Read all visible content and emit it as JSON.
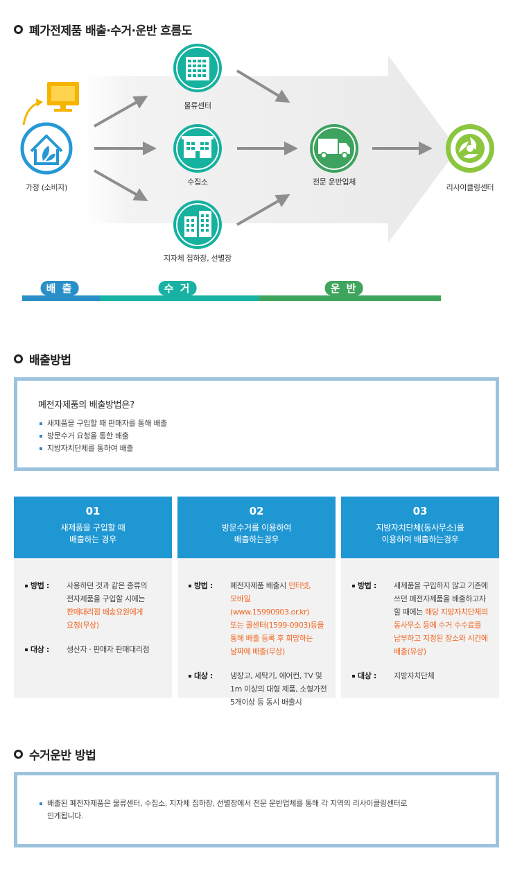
{
  "sections": {
    "flow_title": "폐가전제품 배출·수거·운반 흐름도",
    "method_title": "배출방법",
    "transport_title": "수거운반 방법"
  },
  "flow": {
    "nodes": {
      "home": "가정 (소비자)",
      "logistics": "물류센터",
      "collection": "수집소",
      "municipal": "지자체 집하장, 선별장",
      "transport": "전문 운반업체",
      "recycling": "리사이클링센터"
    },
    "phases": {
      "discharge": "배 출",
      "collect": "수 거",
      "carry": "운 반"
    },
    "colors": {
      "discharge": "#2a8fc9",
      "collect": "#18b2a4",
      "carry": "#3fa45c",
      "icon_blue": "#2598d5",
      "icon_teal": "#16b19f",
      "icon_green": "#3da35e",
      "icon_lime": "#8cc63f",
      "monitor": "#f5b400"
    },
    "icons": [
      "monitor-icon",
      "house-icon",
      "building-icon",
      "factory-icon",
      "office-icon",
      "truck-icon",
      "recycle-icon"
    ]
  },
  "method": {
    "question": "폐전자제품의 배출방법은?",
    "items": [
      "새제품을 구입할 때 판매자를 통해 배출",
      "방문수거 요청을 통한 배출",
      "지방자치단체를 통하여 배출"
    ]
  },
  "cards": [
    {
      "num": "01",
      "sub1": "새제품을 구입할 때",
      "sub2": "배출하는 경우",
      "method_label": "방법 :",
      "method_a": "사용하던 것과 같은 종류의",
      "method_b": "전자제품을 구입할 시에는",
      "method_hl1": "판매대리점 배송요원에게",
      "method_hl2": "요청(무상)",
      "target_label": "대상 :",
      "target": "생산자 · 판매자 판매대리점"
    },
    {
      "num": "02",
      "sub1": "방문수거를 이용하여",
      "sub2": "배출하는경우",
      "method_label": "방법 :",
      "method_a": "폐전자제품 배출시",
      "method_hl1": "인터넷,",
      "method_hl2": "모바일(www.15990903.or.kr)",
      "method_hl3": "또는 콜센터(1599-0903)등을",
      "method_hl4": "통해 배출 등록 후 희망하는",
      "method_hl5": "날짜에 배출(무상)",
      "target_label": "대상 :",
      "target1": "냉장고, 세탁기, 에어컨, TV 및",
      "target2": "1m 이상의 대형 제품, 소형가전",
      "target3": "5개이상 등 동시 배출시"
    },
    {
      "num": "03",
      "sub1": "지방자치단체(동사무소)를",
      "sub2": "이용하여 배출하는경우",
      "method_label": "방법 :",
      "method_a": "새제품을 구입하지 않고 기존에",
      "method_b": "쓰던 폐전자제품을 배출하고자",
      "method_c": "할 때에는",
      "method_hl1": "해당 지방자치단체의",
      "method_hl2": "동사무소 등에 수거 수수료를",
      "method_hl3": "납부하고 지정된 장소와 시간에",
      "method_hl4": "배출(유상)",
      "target_label": "대상 :",
      "target": "지방자치단체"
    }
  ],
  "transport": {
    "line1": "배출된 폐전자제품은 물류센터, 수집소, 지자체 집하장, 선별장에서 전문 운반업체를 통해 각 지역의 리사이클링센터로",
    "line2": "인계됩니다."
  }
}
